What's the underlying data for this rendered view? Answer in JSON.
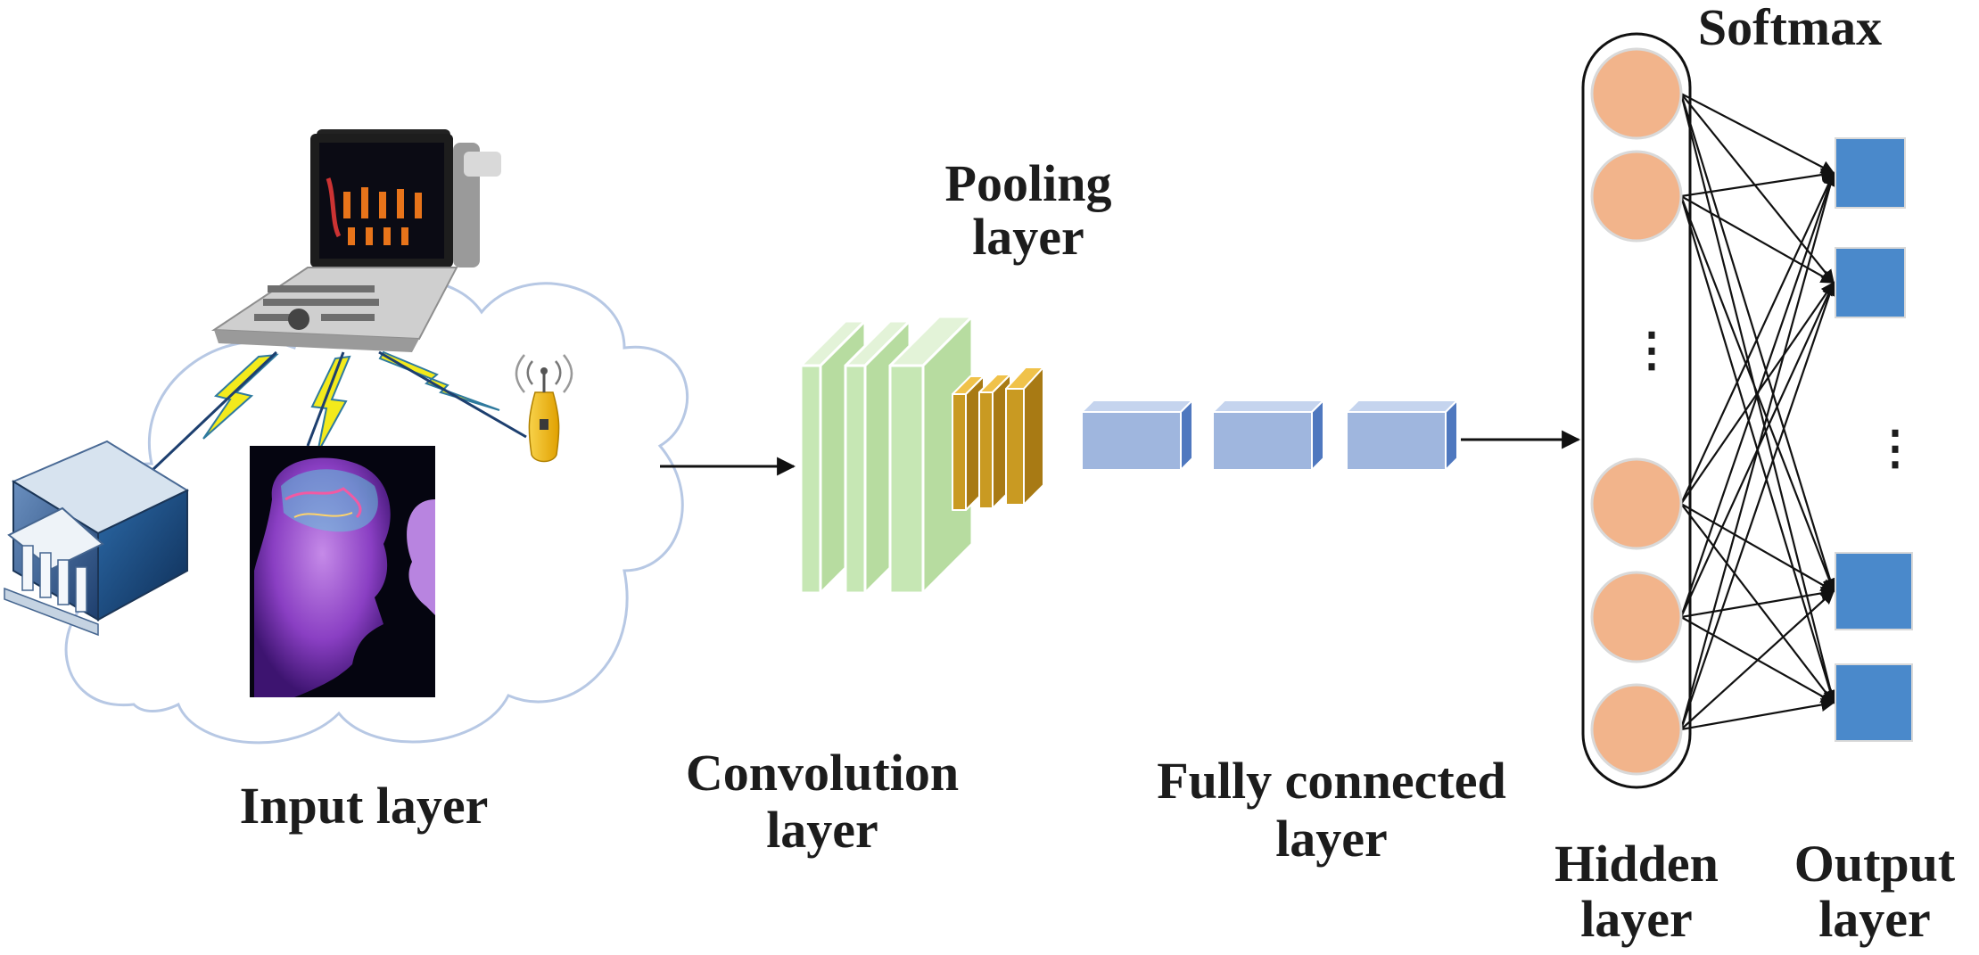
{
  "labels": {
    "softmax": "Softmax",
    "pooling_line1": "Pooling",
    "pooling_line2": "layer",
    "input_layer": "Input layer",
    "convolution_line1": "Convolution",
    "convolution_line2": "layer",
    "fully_connected_line1": "Fully connected",
    "fully_connected_line2": "layer",
    "hidden_line1": "Hidden",
    "hidden_line2": "layer",
    "output_line1": "Output",
    "output_line2": "layer",
    "ellipsis": "⋮"
  },
  "icons": [
    "cloud-icon",
    "ultrasound-machine-icon",
    "hospital-building-icon",
    "brain-head-image",
    "antenna-icon",
    "lightning-bolt-icon"
  ],
  "colors": {
    "convolution": "#c6e7b4",
    "pooling": "#c99a22",
    "fully_connected": "#9fb6de",
    "hidden_node": "#f2b48b",
    "output_node": "#4a89cb",
    "cloud_stroke": "#b7c8e4",
    "lightning": "#f3ea1c",
    "antenna": "#f0b400"
  },
  "network": {
    "hidden_nodes_shown": 5,
    "output_nodes_shown": 4
  }
}
